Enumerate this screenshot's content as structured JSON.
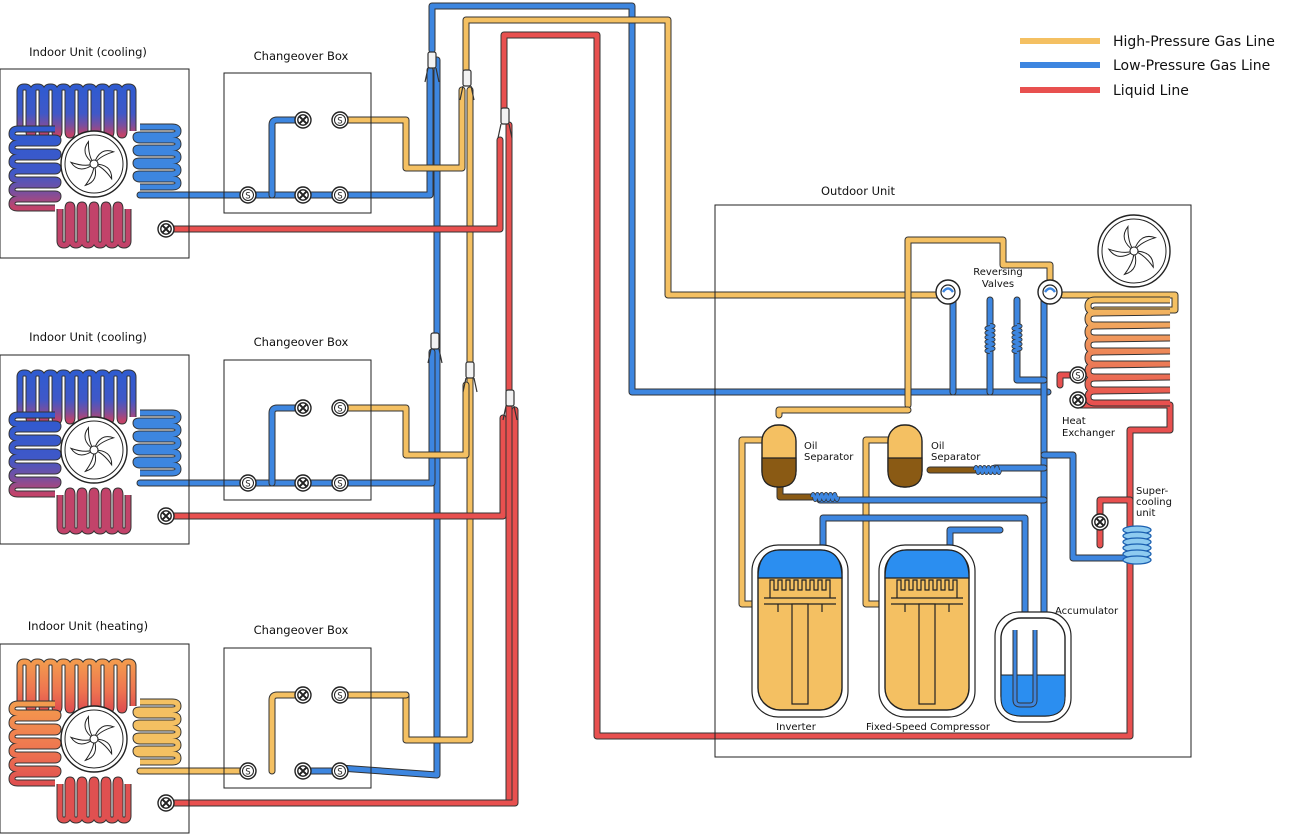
{
  "colors": {
    "high_pressure_gas": "#f4c062",
    "low_pressure_gas": "#3d86e0",
    "liquid": "#e8504f",
    "cooling_coil": "#3456c8",
    "heating_coil": "#f08a4b"
  },
  "legend": {
    "high_pressure": "High-Pressure Gas Line",
    "low_pressure": "Low-Pressure Gas Line",
    "liquid": "Liquid Line"
  },
  "indoor_units": [
    {
      "label": "Indoor Unit (cooling)",
      "mode": "cooling"
    },
    {
      "label": "Indoor Unit (cooling)",
      "mode": "cooling"
    },
    {
      "label": "Indoor Unit (heating)",
      "mode": "heating"
    }
  ],
  "changeover_label": "Changeover Box",
  "outdoor": {
    "title": "Outdoor Unit",
    "reversing_valves": [
      "Reversing",
      "Valves"
    ],
    "heat_exchanger": [
      "Heat",
      "Exchanger"
    ],
    "supercooling": [
      "Super-",
      "cooling",
      "unit"
    ],
    "oil_separator": [
      "Oil",
      "Separator"
    ],
    "accumulator": "Accumulator",
    "inverter": "Inverter",
    "fixed_compressor": "Fixed-Speed Compressor"
  },
  "symbols": {
    "solenoid": "S",
    "valve": "expansion-valve"
  }
}
